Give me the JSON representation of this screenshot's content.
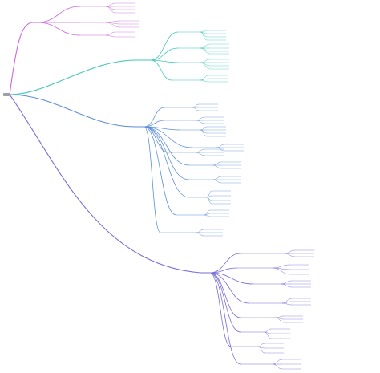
{
  "mindmap": {
    "root": {
      "label": ""
    },
    "branches": [
      {
        "name": "branch-1",
        "color": "#cc66dd",
        "label": "",
        "groups": [
          {
            "label": "",
            "leaves": [
              "",
              "",
              "",
              ""
            ]
          },
          {
            "label": "",
            "leaves": [
              "",
              "",
              ""
            ]
          },
          {
            "label": "",
            "leaves": [
              "",
              ""
            ]
          }
        ]
      },
      {
        "name": "branch-2",
        "color": "#3fc7b8",
        "label": "",
        "groups": [
          {
            "label": "",
            "leaves": [
              "",
              "",
              "",
              ""
            ]
          },
          {
            "label": "",
            "leaves": [
              "",
              "",
              "",
              ""
            ]
          },
          {
            "label": "",
            "leaves": [
              "",
              "",
              "",
              ""
            ]
          },
          {
            "label": "",
            "leaves": [
              "",
              "",
              ""
            ]
          }
        ]
      },
      {
        "name": "branch-3",
        "color": "#5b8fd9",
        "label": "",
        "groups": [
          {
            "label": "",
            "leaves": [
              "",
              "",
              ""
            ]
          },
          {
            "label": "",
            "leaves": [
              "",
              "",
              ""
            ]
          },
          {
            "label": "",
            "leaves": [
              "",
              "",
              "",
              ""
            ]
          },
          {
            "label": "",
            "leaves": [
              "",
              "",
              ""
            ]
          },
          {
            "label": "",
            "leaves": [
              "",
              "",
              ""
            ]
          },
          {
            "label": "",
            "leaves": [
              "",
              "",
              ""
            ]
          },
          {
            "label": "",
            "leaves": [
              "",
              "",
              ""
            ]
          },
          {
            "label": "",
            "leaves": [
              "",
              "",
              "",
              ""
            ]
          },
          {
            "label": "",
            "leaves": [
              "",
              "",
              ""
            ]
          },
          {
            "label": "",
            "leaves": [
              "",
              "",
              ""
            ]
          }
        ]
      },
      {
        "name": "branch-4",
        "color": "#7a6fd6",
        "label": "",
        "groups": [
          {
            "label": "",
            "leaves": [
              "",
              "",
              ""
            ]
          },
          {
            "label": "",
            "leaves": [
              "",
              "",
              ""
            ]
          },
          {
            "label": "",
            "leaves": [
              "",
              "",
              ""
            ]
          },
          {
            "label": "",
            "leaves": [
              "",
              "",
              ""
            ]
          },
          {
            "label": "",
            "leaves": [
              "",
              "",
              ""
            ]
          },
          {
            "label": "",
            "leaves": [
              "",
              "",
              ""
            ]
          },
          {
            "label": "",
            "leaves": [
              "",
              "",
              ""
            ]
          },
          {
            "label": "",
            "leaves": [
              "",
              "",
              ""
            ]
          }
        ]
      }
    ]
  }
}
